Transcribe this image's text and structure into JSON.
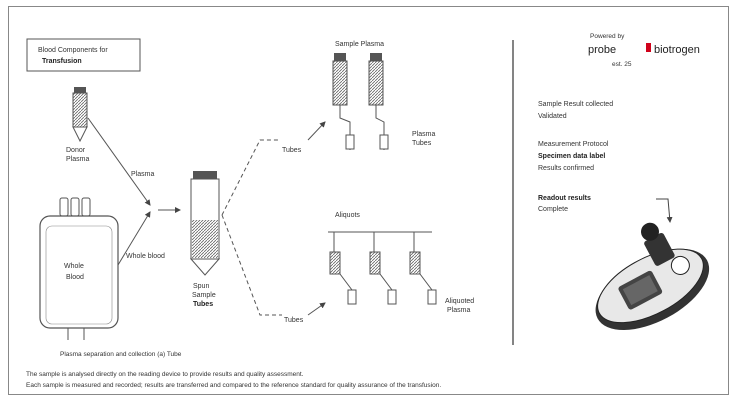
{
  "icons": {
    "blood_bag": "blood-bag-icon",
    "centrifuge_tube": "centrifuge-tube-icon",
    "pipette": "pipette-icon",
    "reader_device": "handheld-reader-icon"
  },
  "colors": {
    "stroke": "#444444",
    "accent": "#d0021b"
  },
  "diagram": {
    "header_box": {
      "line1": "Blood Components for",
      "line2": "Transfusion"
    },
    "left": {
      "tube_label_1": "Donor",
      "tube_label_2": "Plasma",
      "bag_label_1": "Whole",
      "bag_label_2": "Blood",
      "footnote": "Plasma separation and collection (a) Tube"
    },
    "arrows": {
      "upper": "Plasma",
      "lower": "Whole blood"
    },
    "center_tube": {
      "line1": "Spun",
      "line2": "Sample",
      "line3": "Tubes"
    },
    "branches": {
      "upper": "Tubes",
      "lower": "Tubes"
    },
    "top_panel": {
      "title": "Sample Plasma",
      "label_1": "Plasma",
      "label_2": "Tubes"
    },
    "bottom_panel": {
      "title": "Aliquots",
      "label_1": "Aliquoted",
      "label_2": "Plasma"
    },
    "right": {
      "brand_left": "probe",
      "brand_right": "biotrogen",
      "brand_sub": "Powered by",
      "brand_since": "est. 25",
      "text1_line1": "Sample Result collected",
      "text1_line2": "Validated",
      "text2_line1": "Measurement Protocol",
      "text2_line2": "Specimen data label",
      "text2_line3": "Results confirmed",
      "text3_line1": "Readout results",
      "text3_line2": "Complete"
    },
    "notes": {
      "line1": "The sample is analysed directly on the reading device to provide results and quality assessment.",
      "line2": "Each sample is measured and recorded; results are transferred and compared to the reference standard for quality assurance of the transfusion."
    }
  }
}
